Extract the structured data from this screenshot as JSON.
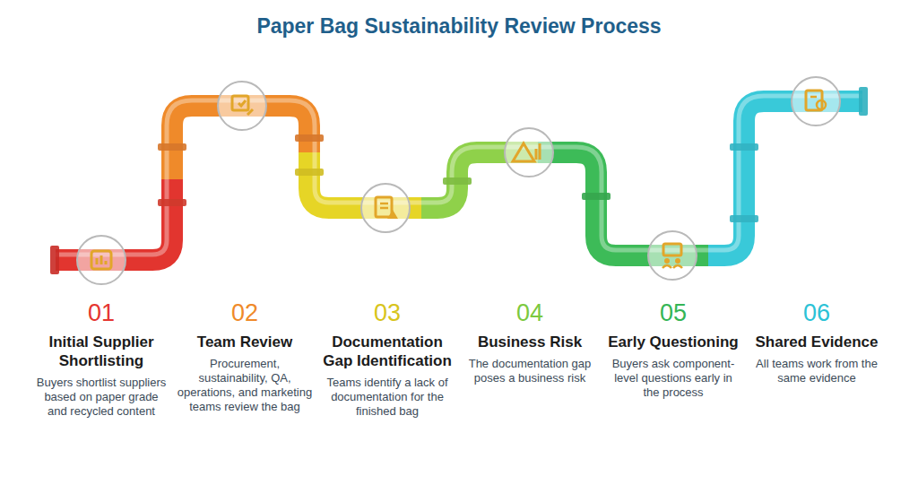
{
  "diagram": {
    "title": "Paper Bag Sustainability Review Process",
    "nodes": [
      {
        "text": [
          "01",
          "Initial Supplier Shortlisting",
          "Buyers shortlist suppliers based on paper grade and recycled content"
        ]
      },
      {
        "text": [
          "02",
          "Team Review",
          "Procurement, sustainability, QA, operations, and marketing teams review the bag"
        ]
      },
      {
        "text": [
          "03",
          "Documentation Gap Identification",
          "Teams identify a lack of documentation for the finished bag"
        ]
      },
      {
        "text": [
          "04",
          "Business Risk",
          "The documentation gap poses a business risk"
        ]
      },
      {
        "text": [
          "05",
          "Early Questioning",
          "Buyers ask component-level questions early in the process"
        ]
      },
      {
        "text": [
          "06",
          "Shared Evidence",
          "All teams work from the same evidence"
        ]
      }
    ]
  }
}
